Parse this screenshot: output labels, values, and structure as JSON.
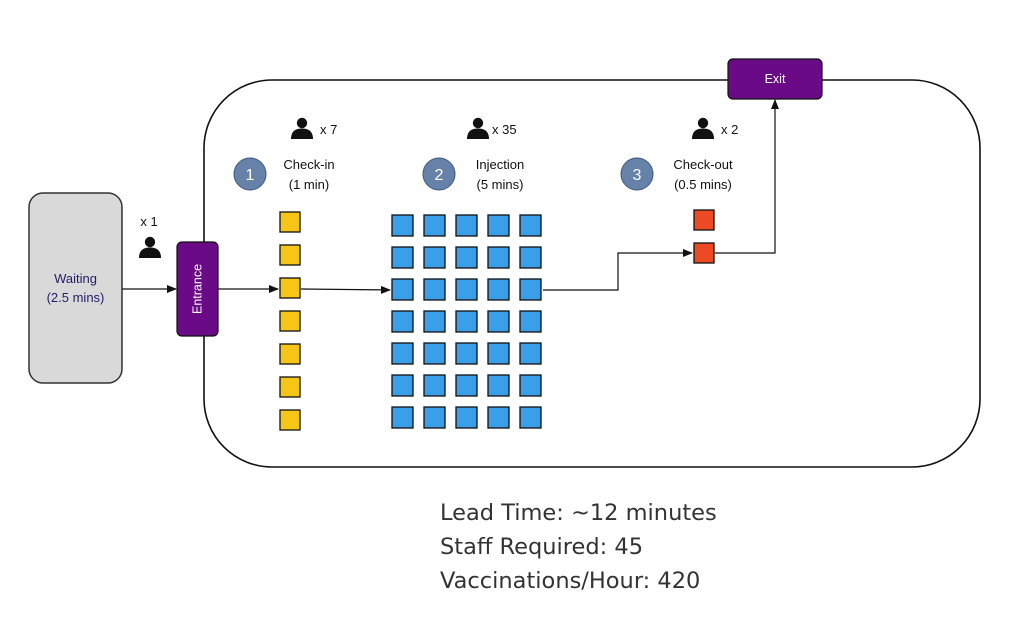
{
  "colors": {
    "waiting_fill": "#d9d9d9",
    "waiting_text": "#1f1f66",
    "door_fill": "#6b0a86",
    "checkin_station": "#f5c518",
    "injection_station": "#3a9ee8",
    "checkout_station": "#ec4a24",
    "step_badge": "#6682a8",
    "stroke": "#111111"
  },
  "waiting": {
    "line1": "Waiting",
    "line2": "(2.5 mins)",
    "staff": "x 1",
    "staff_icon": "person-icon"
  },
  "entrance": {
    "label": "Entrance"
  },
  "exit": {
    "label": "Exit"
  },
  "steps": [
    {
      "number": "1",
      "name": "Check-in",
      "time": "(1 min)",
      "staff": "x 7",
      "staff_icon": "person-icon",
      "stations": 7
    },
    {
      "number": "2",
      "name": "Injection",
      "time": "(5 mins)",
      "staff": "x 35",
      "staff_icon": "person-icon",
      "stations": 35
    },
    {
      "number": "3",
      "name": "Check-out",
      "time": "(0.5 mins)",
      "staff": "x 2",
      "staff_icon": "person-icon",
      "stations": 2
    }
  ],
  "summary": {
    "lead_time": "Lead Time: ~12 minutes",
    "staff_required": "Staff Required: 45",
    "vaccinations_per_hour": "Vaccinations/Hour: 420"
  }
}
